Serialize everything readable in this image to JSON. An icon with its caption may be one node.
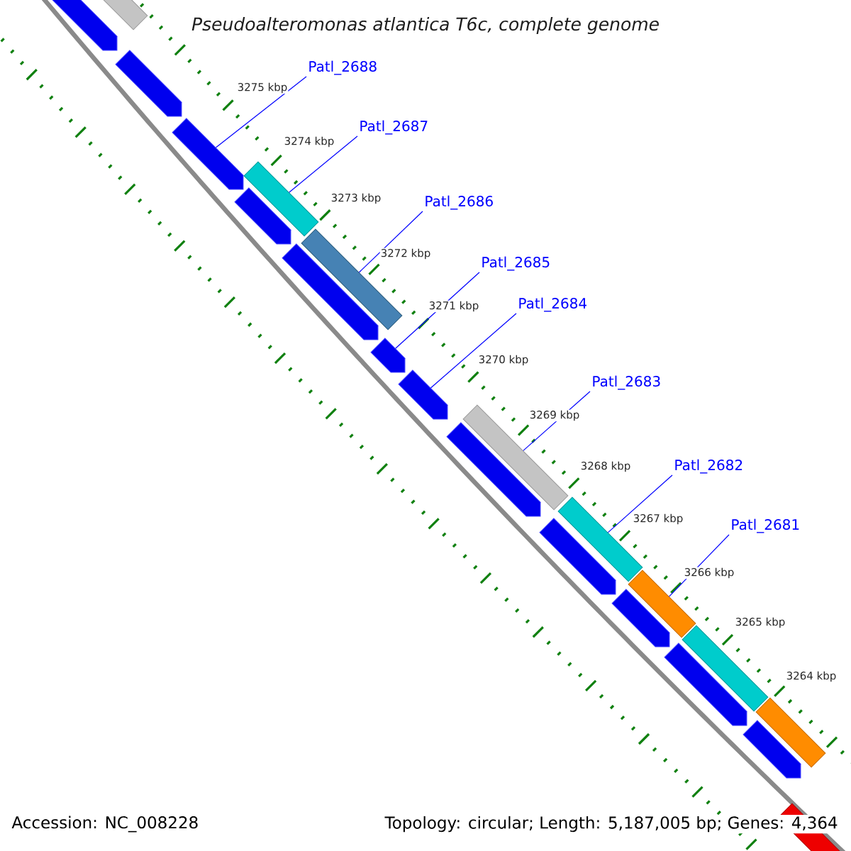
{
  "diagram": {
    "title": "Pseudoalteromonas atlantica T6c, complete genome",
    "nodes": [
      {
        "text": [],
        "shape": "arrow"
      },
      {
        "text": [],
        "shape": "bar"
      },
      {
        "text": [],
        "shape": "arrow"
      },
      {
        "text": [],
        "shape": "arrow"
      },
      {
        "text": [],
        "shape": "bar"
      },
      {
        "text": [],
        "shape": "arrow"
      },
      {
        "text": [],
        "shape": "arrow"
      },
      {
        "text": [],
        "shape": "bar"
      },
      {
        "text": [],
        "shape": "arrow"
      },
      {
        "text": [],
        "shape": "arrow"
      },
      {
        "text": [],
        "shape": "arrow"
      },
      {
        "text": [],
        "shape": "bar"
      },
      {
        "text": [],
        "shape": "arrow"
      },
      {
        "text": [],
        "shape": "bar"
      },
      {
        "text": [],
        "shape": "arrow"
      },
      {
        "text": [],
        "shape": "bar"
      },
      {
        "text": [],
        "shape": "arrow"
      },
      {
        "text": [],
        "shape": "bar"
      },
      {
        "text": [],
        "shape": "bar"
      },
      {
        "text": [],
        "shape": "arrow"
      },
      {
        "text": [],
        "shape": "bar"
      },
      {
        "text": [
          "Patl_2688"
        ]
      },
      {
        "text": [
          "Patl_2687"
        ]
      },
      {
        "text": [
          "Patl_2686"
        ]
      },
      {
        "text": [
          "Patl_2685"
        ]
      },
      {
        "text": [
          "Patl_2684"
        ]
      },
      {
        "text": [
          "Patl_2683"
        ]
      },
      {
        "text": [
          "Patl_2682"
        ]
      },
      {
        "text": [
          "Patl_2681"
        ]
      }
    ],
    "edges": [
      {
        "from": 21,
        "to": 3,
        "arrow": "none"
      },
      {
        "from": 22,
        "to": 4,
        "arrow": "none"
      },
      {
        "from": 23,
        "to": 7,
        "arrow": "none"
      },
      {
        "from": 24,
        "to": 8,
        "arrow": "none"
      },
      {
        "from": 25,
        "to": 9,
        "arrow": "none"
      },
      {
        "from": 26,
        "to": 11,
        "arrow": "none"
      },
      {
        "from": 27,
        "to": 13,
        "arrow": "none"
      },
      {
        "from": 28,
        "to": 15,
        "arrow": "none"
      }
    ],
    "labels": [
      "3275 kbp",
      "3274 kbp",
      "3273 kbp",
      "3272 kbp",
      "3271 kbp",
      "3270 kbp",
      "3269 kbp",
      "3268 kbp",
      "3267 kbp",
      "3266 kbp",
      "3265 kbp",
      "3264 kbp",
      "Accession: NC_008228",
      "Topology: circular; Length: 5,187,005 bp; Genes: 4,364"
    ]
  }
}
